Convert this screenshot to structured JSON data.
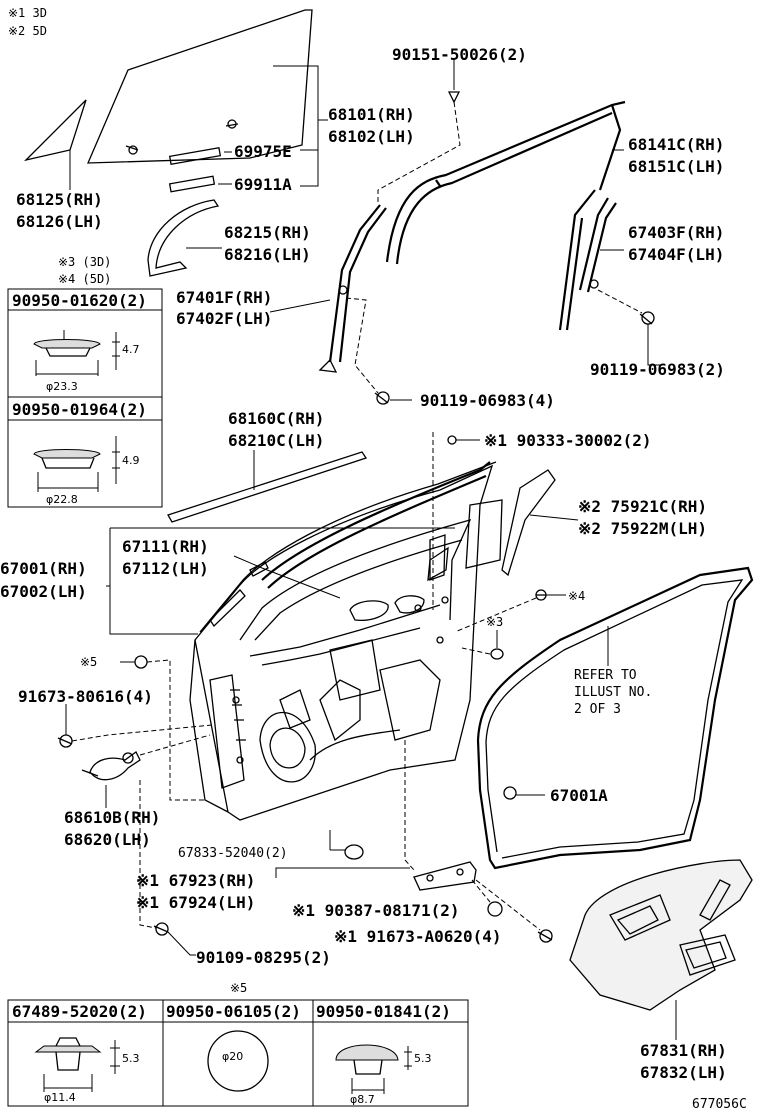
{
  "notes": {
    "n1": "※1 3D",
    "n2": "※2 5D",
    "n3": "※3 (3D)",
    "n4": "※4 (5D)",
    "n5": "※5"
  },
  "labels": {
    "p90151": "90151-50026(2)",
    "p68101": "68101(RH)",
    "p68102": "68102(LH)",
    "p69975": "69975E",
    "p69911": "69911A",
    "p68125": "68125(RH)",
    "p68126": "68126(LH)",
    "p68141": "68141C(RH)",
    "p68151": "68151C(LH)",
    "p68215": "68215(RH)",
    "p68216": "68216(LH)",
    "p67403": "67403F(RH)",
    "p67404": "67404F(LH)",
    "p67401": "67401F(RH)",
    "p67402": "67402F(LH)",
    "p90119a": "90119-06983(2)",
    "p90119b": "90119-06983(4)",
    "p68160": "68160C(RH)",
    "p68210": "68210C(LH)",
    "p90333": "※1 90333-30002(2)",
    "p75921": "※2 75921C(RH)",
    "p75922": "※2 75922M(LH)",
    "p67111": "67111(RH)",
    "p67112": "67112(LH)",
    "p67001": "67001(RH)",
    "p67002": "67002(LH)",
    "s4": "※4",
    "s3": "※3",
    "s5": "※5",
    "p91673a": "91673-80616(4)",
    "ref1": "REFER TO",
    "ref2": "ILLUST NO.",
    "ref3": "2 OF 3",
    "p67001a": "67001A",
    "p68610": "68610B(RH)",
    "p68620": "68620(LH)",
    "p67833": "67833-52040(2)",
    "p67923": "※1 67923(RH)",
    "p67924": "※1 67924(LH)",
    "p90387": "※1 90387-08171(2)",
    "p91673b": "※1 91673-A0620(4)",
    "p90109": "90109-08295(2)",
    "p67831": "67831(RH)",
    "p67832": "67832(LH)",
    "code": "677056C"
  },
  "insets": {
    "clip1": {
      "title": "90950-01620(2)",
      "height": "4.7",
      "dia": "φ23.3"
    },
    "clip2": {
      "title": "90950-01964(2)",
      "height": "4.9",
      "dia": "φ22.8"
    },
    "b1": {
      "title": "67489-52020(2)",
      "height": "5.3",
      "dia": "φ11.4"
    },
    "b2": {
      "title": "90950-06105(2)",
      "dia": "φ20"
    },
    "b3": {
      "title": "90950-01841(2)",
      "height": "5.3",
      "dia": "φ8.7"
    }
  }
}
